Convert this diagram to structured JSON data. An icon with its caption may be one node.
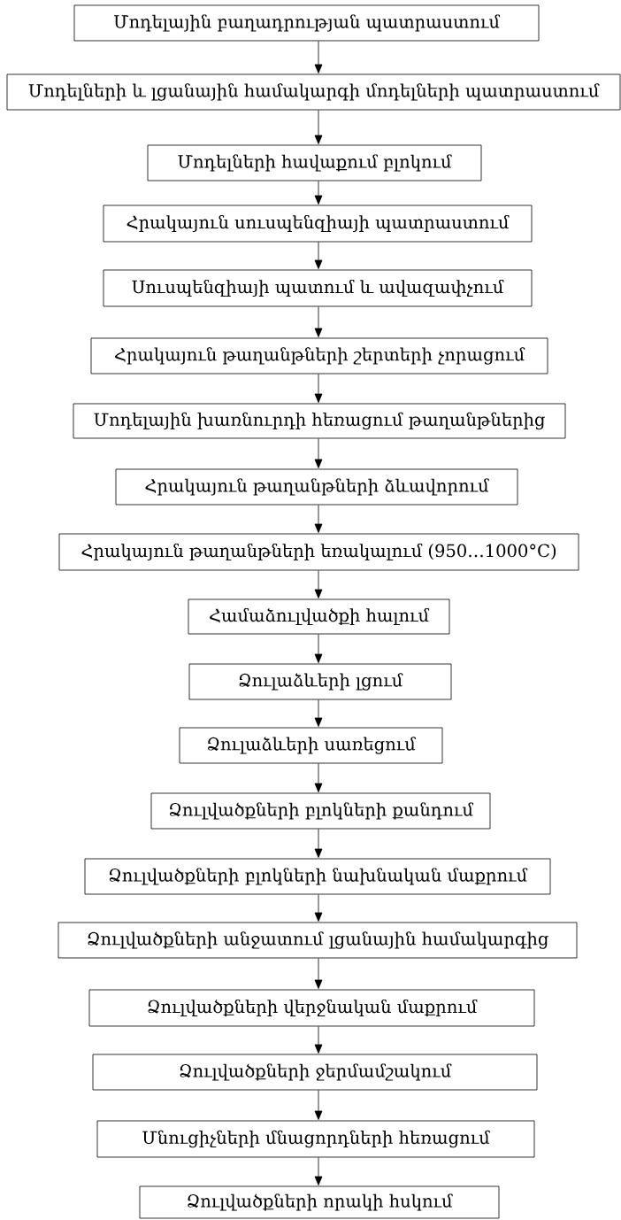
{
  "diagram": {
    "nodes": [
      {
        "text": [
          "Մոդելային բաղադրության պատրաստում"
        ]
      },
      {
        "text": [
          "Մոդելների և լցանային համակարգի մոդելների պատրաստում"
        ]
      },
      {
        "text": [
          "Մոդելների հավաքում բլոկում"
        ]
      },
      {
        "text": [
          "Հրակայուն սուսպենզիայի պատրաստում"
        ]
      },
      {
        "text": [
          "Սուսպենզիայի պատում և ավազափչում"
        ]
      },
      {
        "text": [
          "Հրակայուն թաղանթների շերտերի չորացում"
        ]
      },
      {
        "text": [
          "Մոդելային խառնուրդի հեռացում թաղանթներից"
        ]
      },
      {
        "text": [
          "Հրակայուն թաղանթների ձևավորում"
        ]
      },
      {
        "text": [
          "Հրակայուն թաղանթների եռակալում (950…1000°C)"
        ]
      },
      {
        "text": [
          "Համաձուլվածքի հալում"
        ]
      },
      {
        "text": [
          "Ձուլաձևերի լցում"
        ]
      },
      {
        "text": [
          "Ձուլաձևերի սառեցում"
        ]
      },
      {
        "text": [
          "Ձուլվածքների բլոկների քանդում"
        ]
      },
      {
        "text": [
          "Ձուլվածքների բլոկների նախնական մաքրում"
        ]
      },
      {
        "text": [
          "Ձուլվածքների անջատում լցանային համակարգից"
        ]
      },
      {
        "text": [
          "Ձուլվածքների վերջնական մաքրում"
        ]
      },
      {
        "text": [
          "Ձուլվածքների ջերմամշակում"
        ]
      },
      {
        "text": [
          "Մնուցիչների մնացորդների հեռացում"
        ]
      },
      {
        "text": [
          "Ձուլվածքների որակի հսկում"
        ]
      }
    ],
    "edges": [
      {
        "from": 0,
        "to": 1,
        "arrow": "to"
      },
      {
        "from": 1,
        "to": 2,
        "arrow": "to"
      },
      {
        "from": 2,
        "to": 3,
        "arrow": "to"
      },
      {
        "from": 3,
        "to": 4,
        "arrow": "to"
      },
      {
        "from": 4,
        "to": 5,
        "arrow": "to"
      },
      {
        "from": 5,
        "to": 6,
        "arrow": "to"
      },
      {
        "from": 6,
        "to": 7,
        "arrow": "to"
      },
      {
        "from": 7,
        "to": 8,
        "arrow": "to"
      },
      {
        "from": 8,
        "to": 9,
        "arrow": "to"
      },
      {
        "from": 9,
        "to": 10,
        "arrow": "to"
      },
      {
        "from": 10,
        "to": 11,
        "arrow": "to"
      },
      {
        "from": 11,
        "to": 12,
        "arrow": "to"
      },
      {
        "from": 12,
        "to": 13,
        "arrow": "to"
      },
      {
        "from": 13,
        "to": 14,
        "arrow": "to"
      },
      {
        "from": 14,
        "to": 15,
        "arrow": "to"
      },
      {
        "from": 15,
        "to": 16,
        "arrow": "to"
      },
      {
        "from": 16,
        "to": 17,
        "arrow": "to"
      },
      {
        "from": 17,
        "to": 18,
        "arrow": "to"
      }
    ]
  }
}
